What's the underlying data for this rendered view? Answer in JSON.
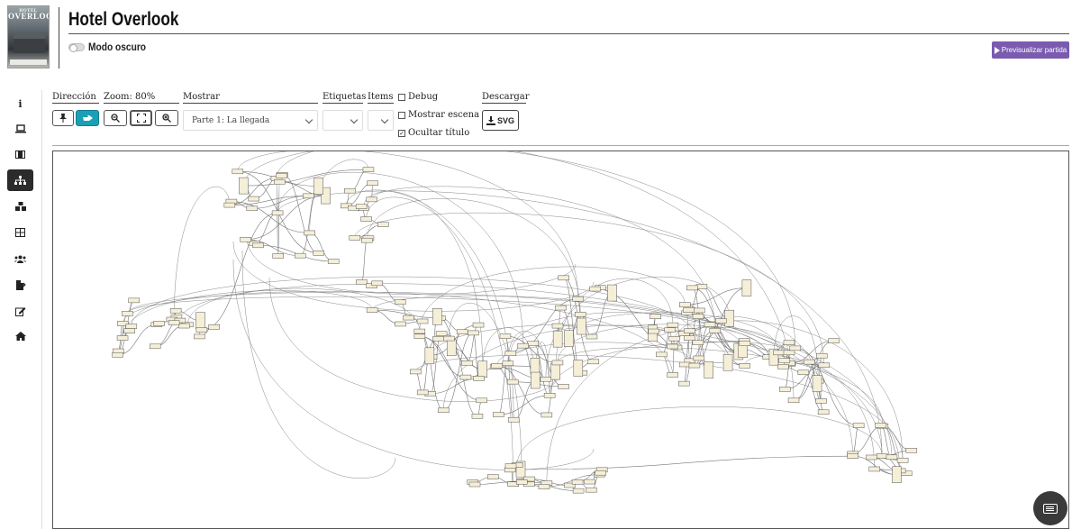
{
  "header": {
    "cover_title": "OVERLOOK",
    "cover_top": "HOTEL",
    "title": "Hotel Overlook",
    "dark_mode_label": "Modo oscuro",
    "dark_mode_on": false,
    "preview_button": "Previsualizar partida"
  },
  "sidebar": {
    "items": [
      {
        "icon": "info-icon",
        "glyph": "i"
      },
      {
        "icon": "laptop-icon",
        "glyph": "▭"
      },
      {
        "icon": "film-icon",
        "glyph": "▤"
      },
      {
        "icon": "sitemap-icon",
        "glyph": "⊞",
        "active": true
      },
      {
        "icon": "cubes-icon",
        "glyph": "▚"
      },
      {
        "icon": "table-icon",
        "glyph": "⊞"
      },
      {
        "icon": "users-icon",
        "glyph": "☗"
      },
      {
        "icon": "export-icon",
        "glyph": "⇥"
      },
      {
        "icon": "edit-icon",
        "glyph": "✎"
      },
      {
        "icon": "home-icon",
        "glyph": "⌂"
      }
    ]
  },
  "toolbar": {
    "direction_label": "Dirección",
    "zoom_label": "Zoom: 80%",
    "show_label": "Mostrar",
    "show_value": "Parte 1: La llegada",
    "tags_label": "Etiquetas",
    "items_label": "Items",
    "debug_label": "Debug",
    "debug_checked": false,
    "show_scene_label": "Mostrar escena",
    "show_scene_checked": false,
    "hide_title_label": "Ocultar título",
    "hide_title_checked": true,
    "download_label": "Descargar",
    "svg_button": "SVG"
  },
  "accent_colors": {
    "preview": "#7a5bb0",
    "active_direction": "#1aa0b6",
    "node_fill": "#f6efd8"
  }
}
